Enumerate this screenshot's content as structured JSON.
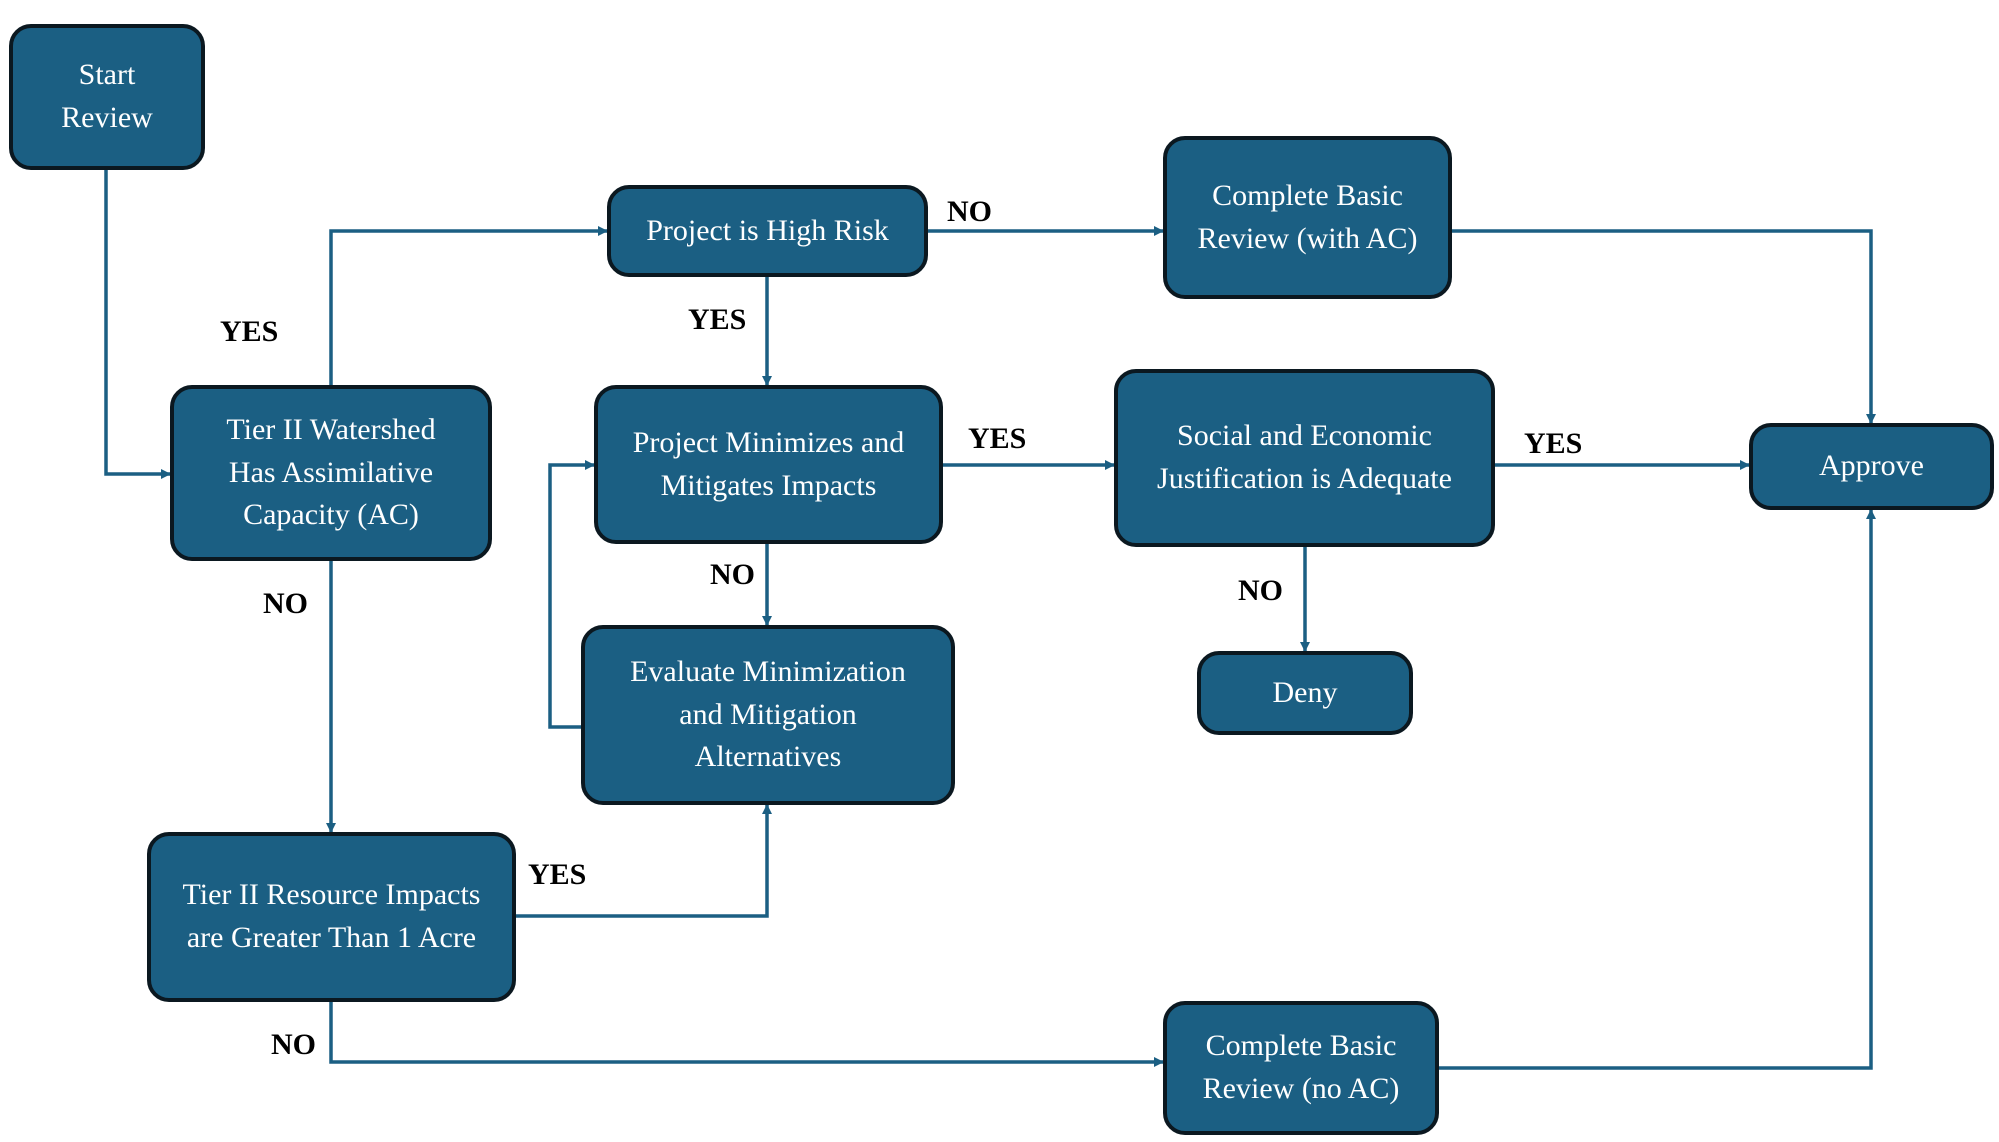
{
  "nodes": {
    "start_review": "Start\nReview",
    "tier2_watershed": "Tier II Watershed\nHas Assimilative\nCapacity (AC)",
    "high_risk": "Project is High Risk",
    "basic_review_ac": "Complete Basic\nReview (with AC)",
    "minimizes": "Project Minimizes and\nMitigates Impacts",
    "social_economic": "Social and Economic\nJustification is Adequate",
    "approve": "Approve",
    "evaluate": "Evaluate Minimization\nand Mitigation\nAlternatives",
    "deny": "Deny",
    "resource_impacts": "Tier II Resource Impacts\nare Greater Than 1 Acre",
    "basic_review_noac": "Complete Basic\nReview (no AC)"
  },
  "edge_labels": {
    "watershed_yes": "YES",
    "watershed_no": "NO",
    "high_risk_no": "NO",
    "high_risk_yes": "YES",
    "minimizes_yes": "YES",
    "minimizes_no": "NO",
    "social_yes": "YES",
    "social_no": "NO",
    "resource_yes": "YES",
    "resource_no": "NO"
  },
  "colors": {
    "node_fill": "#1b5f83",
    "node_border": "#0b1820",
    "connector": "#1b5f83",
    "node_text": "#ffffff",
    "label_text": "#000000"
  }
}
